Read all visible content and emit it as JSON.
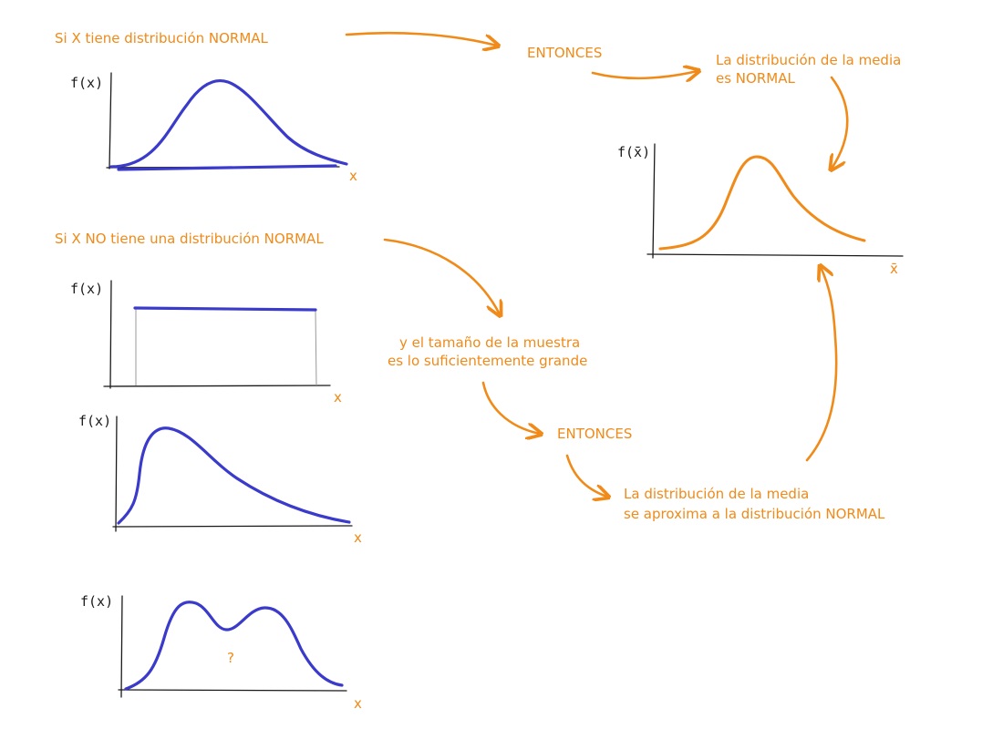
{
  "top_branch": {
    "condition": "Si  X tiene distribución NORMAL",
    "then": "ENTONCES",
    "result_line1": "La distribución de la media",
    "result_line2": "es NORMAL"
  },
  "bottom_branch": {
    "condition": "Si X NO tiene una distribución NORMAL",
    "extra_line1": "y  el tamaño de la muestra",
    "extra_line2": "es lo suficientemente grande",
    "then": "ENTONCES",
    "result_line1": "La distribución de la media",
    "result_line2": "se aproxima a la distribución NORMAL"
  },
  "graphs": {
    "normal": {
      "ylabel": "f(x)",
      "xlabel": "x"
    },
    "uniform": {
      "ylabel": "f(x)",
      "xlabel": "x"
    },
    "skewed": {
      "ylabel": "f(x)",
      "xlabel": "x"
    },
    "bimodal": {
      "ylabel": "f(x)",
      "xlabel": "x",
      "annotation": "?"
    },
    "mean_dist": {
      "ylabel": "f(x̄)",
      "xlabel": "x̄"
    }
  },
  "colors": {
    "accent": "#f08a18",
    "curve": "#3a3acb",
    "axis": "#1a1a1a"
  }
}
